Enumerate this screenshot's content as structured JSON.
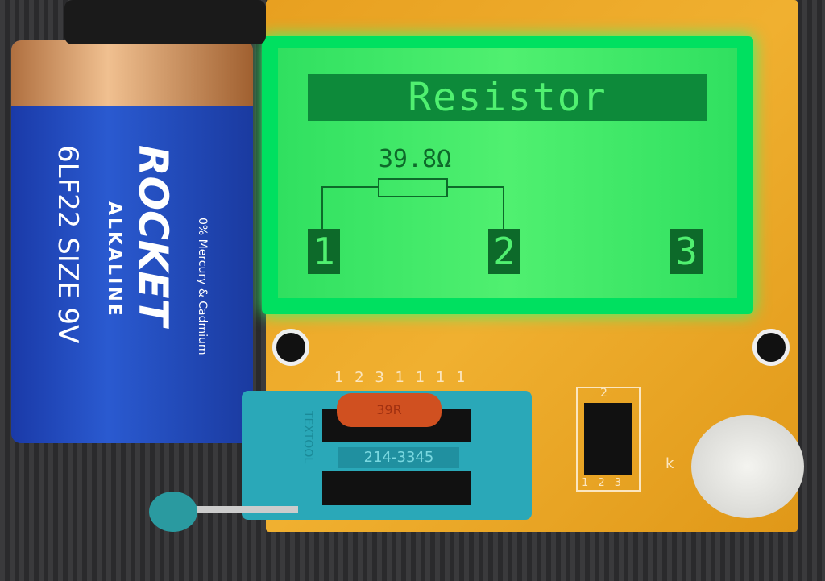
{
  "lcd": {
    "title": "Resistor",
    "value": "39.8Ω",
    "pins": [
      "1",
      "2",
      "3"
    ]
  },
  "battery": {
    "brand": "ROCKET",
    "type": "ALKALINE",
    "size": "6LF22 SIZE 9V",
    "note": "0% Mercury & Cadmium"
  },
  "socket": {
    "model": "214-3345",
    "maker": "TEXTOOL"
  },
  "resistor": {
    "marking": "39R"
  },
  "pcb": {
    "pin_labels": "1 2 3 1 1 1 1",
    "connector_label": "2",
    "connector_pins": "1 2 3",
    "k_label": "k"
  }
}
